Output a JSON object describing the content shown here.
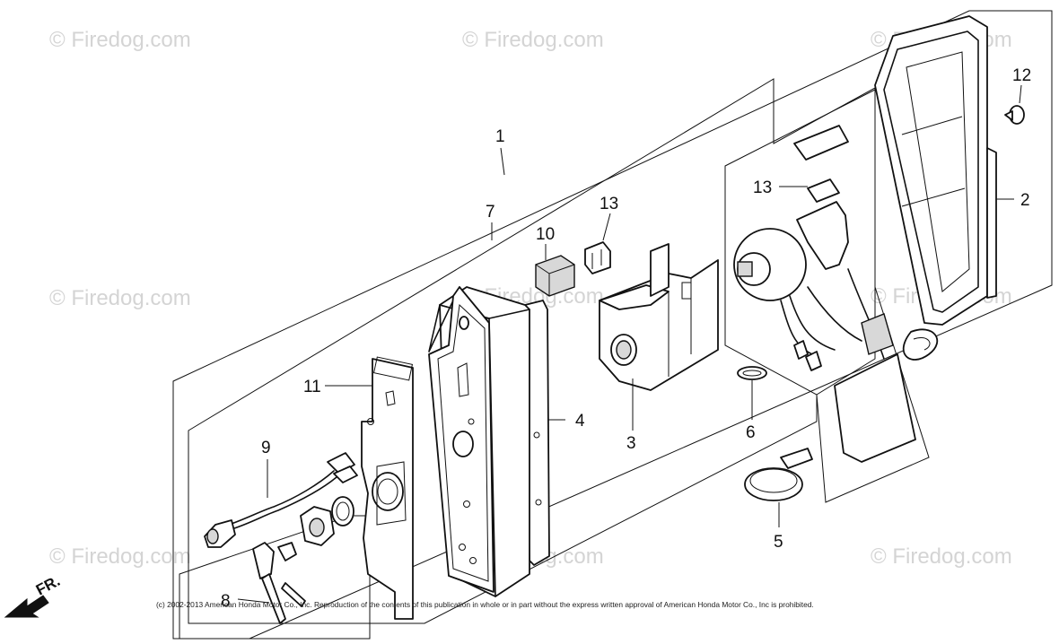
{
  "watermark": "© Firedog.com",
  "copyright": "(c) 2002-2013 American Honda Motor Co., Inc. Reproduction of the contents of this publication in whole or in part without the express written approval of American Honda Motor Co., Inc is prohibited.",
  "front_indicator": "FR.",
  "callouts": {
    "c1": "1",
    "c2": "2",
    "c3": "3",
    "c4": "4",
    "c5": "5",
    "c6": "6",
    "c7": "7",
    "c8": "8",
    "c9": "9",
    "c10": "10",
    "c11": "11",
    "c12": "12",
    "c13a": "13",
    "c13b": "13"
  }
}
